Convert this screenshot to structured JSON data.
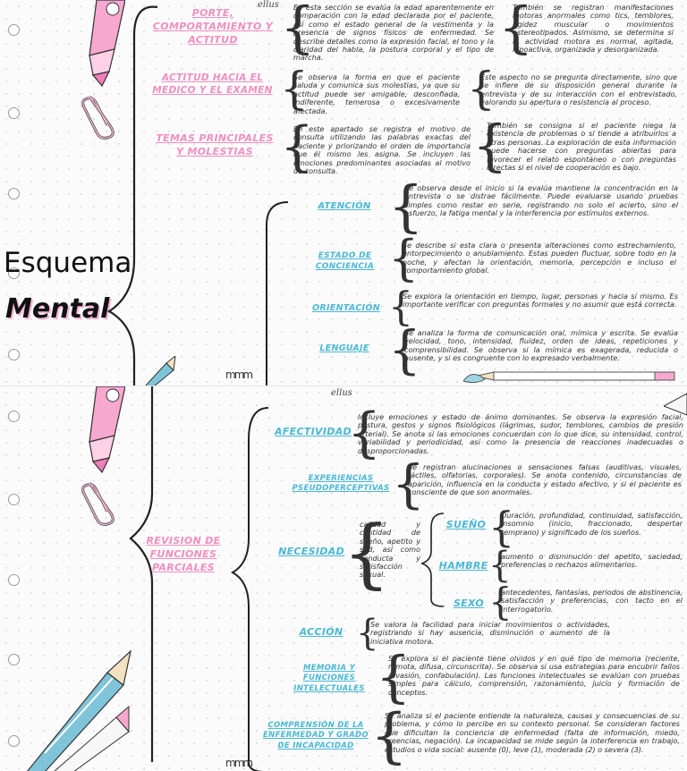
{
  "page1": {
    "title_line1": "Esquema",
    "title_line2": "Mental",
    "signature": "ellus",
    "squiggle": "mmm",
    "topics": [
      {
        "label": "PORTE, COMPORTAMIENTO Y ACTITUD",
        "text": "En esta sección se evalúa la edad aparentemente en comparación con la edad declarada por el paciente, así como el estado general de la vestimenta y la presencia de signos físicos de enfermedad. Se describe detalles como la expresión facial, el tono y la claridad del habla, la postura corporal y el tipo de marcha.",
        "detail": "También se registran manifestaciones motoras anormales como tics, temblores, rigidez muscular o movimientos estereotipados. Asimismo, se determina si la actividad motora es normal, agitada, hipoactiva, organizada y desorganizada."
      },
      {
        "label": "ACTITUD HACIA EL MEDICO Y EL EXAMEN",
        "text": "Se observa la forma en que el paciente saluda y comunica sus molestias, ya que su actitud puede ser amigable, desconfiada, indiferente, temerosa o excesivamente afectada.",
        "detail": "Este aspecto no se pregunta directamente, sino que se infiere de su disposición general durante la entrevista y de su interacción con el entrevistado, valorando su apertura o resistencia al proceso."
      },
      {
        "label": "TEMAS PRINCIPALES Y MOLESTIAS",
        "text": "En este apartado se registra el motivo de consulta utilizando las palabras exactas del paciente y priorizando el orden de importancia que él mismo les asigna. Se incluyen las emociones predominantes asociadas al motivo de consulta.",
        "detail": "También se consigna si el paciente niega la existencia de problemas o si tiende a atribuirlos a otras personas. La exploración de esta información puede hacerse con preguntas abiertas para favorecer el relato espontáneo o con preguntas directas si el nivel de cooperación es bajo."
      }
    ],
    "sub": [
      {
        "label": "ATENCIÓN",
        "text": "Se observa desde el inicio si la evalúa mantiene la concentración en la entrevista o se distrae fácilmente. Puede evaluarse usando pruebas simples como restar en serie, registrando no solo el acierto, sino el esfuerzo, la fatiga mental y la interferencia por estímulos externos."
      },
      {
        "label": "ESTADO DE CONCIENCIA",
        "text": "Se describe si esta clara o presenta alteraciones como estrechamiento, entorpecimiento o anublamiento. Estas pueden fluctuar, sobre todo en la noche, y afectan la orientación, memoria, percepción e incluso el comportamiento global."
      },
      {
        "label": "ORIENTACIÓN",
        "text": "Se explora la orientación en tiempo, lugar, personas y hacia sí mismo. Es importante verificar con preguntas formales y no asumir que está correcta."
      },
      {
        "label": "LENGUAJE",
        "text": "Se analiza la forma de comunicación oral, mímica y escrita. Se evalúa velocidad, tono, intensidad, fluidez, orden de ideas, repeticiones y comprensibilidad. Se observa si la mímica es exagerada, reducida o ausente, y si es congruente con lo expresado verbalmente."
      }
    ]
  },
  "page2": {
    "signature": "ellus",
    "squiggle": "mmm",
    "main_label": "REVISION DE FUNCIONES PARCIALES",
    "afectividad": {
      "label": "AFECTIVIDAD",
      "text": "Incluye emociones y estado de ánimo dominantes. Se observa la expresión facial, postura, gestos y signos fisiológicos (lágrimas, sudor, temblores, cambios de presión arterial). Se anota si las emociones concuerdan con lo que dice, su intensidad, control, variabilidad y periodicidad, así como la presencia de reacciones inadecuadas o desproporcionadas."
    },
    "experiencias": {
      "label": "EXPERIENCIAS PSEUDOPERCEPTIVAS",
      "text": "Se registran alucinaciones o sensaciones falsas (auditivas, visuales, táctiles, olfatorias, corporales). Se anota contenido, circunstancias de aparición, influencia en la conducta y estado afectivo, y si el paciente es consciente de que son anormales."
    },
    "necesidad": {
      "label": "NECESIDAD",
      "text": "calidad y cantidad de sueño, apetito y sed, así como conducta y satisfacción sexual.",
      "items": [
        {
          "label": "SUEÑO",
          "text": "Duración, profundidad, continuidad, satisfacción, insomnio (inicio, fraccionado, despertar temprano) y significado de los sueños."
        },
        {
          "label": "HAMBRE",
          "text": "aumento o disminución del apetito, saciedad, preferencias o rechazos alimentarios."
        },
        {
          "label": "SEXO",
          "text": "antecedentes, fantasías, periodos de abstinencia, satisfacción y preferencias, con tacto en el interrogatorio."
        }
      ]
    },
    "accion": {
      "label": "ACCIÓN",
      "text": "Se valora la facilidad para iniciar movimientos o actividades, registrando si hay ausencia, disminución o aumento de la iniciativa motora."
    },
    "memoria": {
      "label": "MEMORIA Y FUNCIONES INTELECTUALES",
      "text": "Se explora si el paciente tiene olvidos y en qué tipo de memoria (reciente, remota, difusa, circunscrita). Se observa si usa estrategias para encubrir fallos (evasión, confabulación). Las funciones intelectuales se evalúan con pruebas simples para cálculo, comprensión, razonamiento, juicio y formación de conceptos."
    },
    "comprension": {
      "label": "COMPRENSIÓN DE LA ENFERMEDAD Y GRADO DE INCAPACIDAD",
      "text": "Se analiza si el paciente entiende la naturaleza, causas y consecuencias de su problema, y cómo lo percibe en su contexto personal. Se consideran factores que dificultan la conciencia de enfermedad (falta de información, miedo, creencias, negación). La incapacidad se mide según la interferencia en trabajo, estudios o vida social: ausente (0), leve (1), moderada (2) o severa (3)."
    }
  },
  "colors": {
    "pink": "#f08fc0",
    "blue": "#4bb8d4",
    "text": "#333333"
  }
}
